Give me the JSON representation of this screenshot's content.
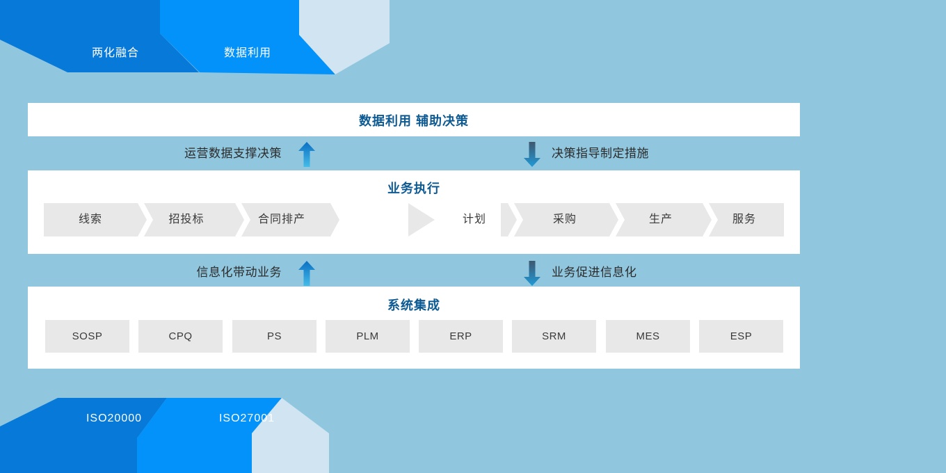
{
  "colors": {
    "background": "#90c6de",
    "banner_dark_blue": "#0779d8",
    "banner_bright_blue": "#0292fa",
    "banner_pale_blue": "#d0e5f1",
    "panel_bg": "#ffffff",
    "panel_title_text": "#0d5a92",
    "strip_text": "#2b2b2b",
    "chevron_fill": "#e8e8e8",
    "chevron_text": "#3a3a3a",
    "banner_text": "#ffffff",
    "arrow_up_top": "#0a6ec2",
    "arrow_up_bottom": "#45bce8",
    "arrow_down_top": "#3f576e",
    "arrow_down_bottom": "#1f9ad8"
  },
  "top_tabs": [
    {
      "label": "两化融合"
    },
    {
      "label": "数据利用"
    }
  ],
  "bottom_tabs": [
    {
      "label": "ISO20000"
    },
    {
      "label": "ISO27001"
    }
  ],
  "decision_panel": {
    "title": "数据利用 辅助决策"
  },
  "connector_top": {
    "up_label": "运营数据支撑决策",
    "down_label": "决策指导制定措施"
  },
  "execution_panel": {
    "title": "业务执行",
    "steps_left": [
      "线索",
      "招投标",
      "合同排产"
    ],
    "step_mid": "计划",
    "steps_right": [
      "采购",
      "生产",
      "服务"
    ]
  },
  "connector_bottom": {
    "up_label": "信息化带动业务",
    "down_label": "业务促进信息化"
  },
  "integration_panel": {
    "title": "系统集成",
    "systems": [
      "SOSP",
      "CPQ",
      "PS",
      "PLM",
      "ERP",
      "SRM",
      "MES",
      "ESP"
    ]
  }
}
